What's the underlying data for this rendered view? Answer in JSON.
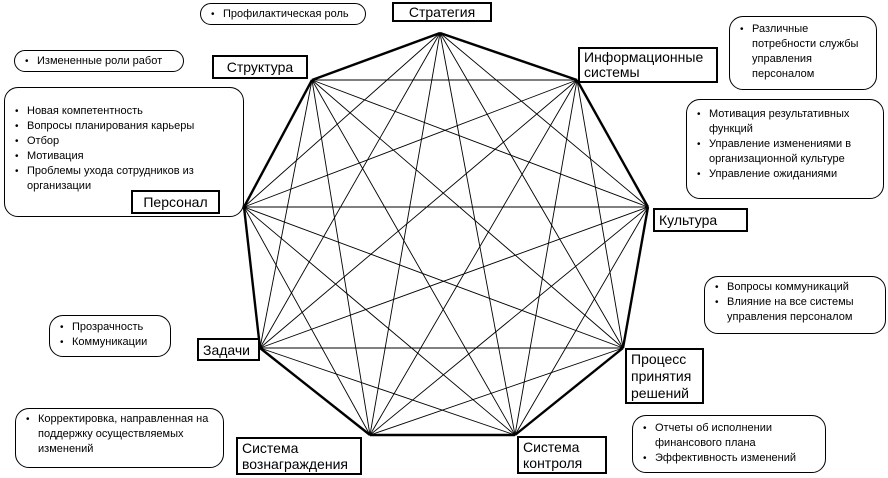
{
  "nodes": [
    {
      "id": "strategy",
      "label": "Стратегия"
    },
    {
      "id": "info_systems",
      "label": "Информационные системы"
    },
    {
      "id": "culture",
      "label": "Культура"
    },
    {
      "id": "decision_process",
      "label": "Процесс принятия решений"
    },
    {
      "id": "control_system",
      "label": "Система контроля"
    },
    {
      "id": "reward_system",
      "label": "Система вознаграждения"
    },
    {
      "id": "tasks",
      "label": "Задачи"
    },
    {
      "id": "personnel",
      "label": "Персонал"
    },
    {
      "id": "structure",
      "label": "Структура"
    }
  ],
  "notes": {
    "strategy": [
      "Профилактическая роль"
    ],
    "info_systems": [
      "Различные потребности службы управления персоналом"
    ],
    "culture": [
      "Мотивация результативных функций",
      "Управление изменениями в организационной культуре",
      "Управление ожиданиями"
    ],
    "decision_process": [
      "Вопросы коммуникаций",
      "Влияние на все системы управления персоналом"
    ],
    "control_system": [
      "Отчеты об исполнении финансового плана",
      "Эффективность изменений"
    ],
    "reward_system": [
      "Корректировка, направленная на поддержку осуществляемых изменений"
    ],
    "tasks": [
      "Прозрачность",
      "Коммуникации"
    ],
    "personnel": [
      "Новая компетентность",
      "Вопросы планирования карьеры",
      "Отбор",
      "Мотивация",
      "Проблемы ухода сотрудников из организации"
    ],
    "structure": [
      "Измененные роли работ"
    ]
  }
}
